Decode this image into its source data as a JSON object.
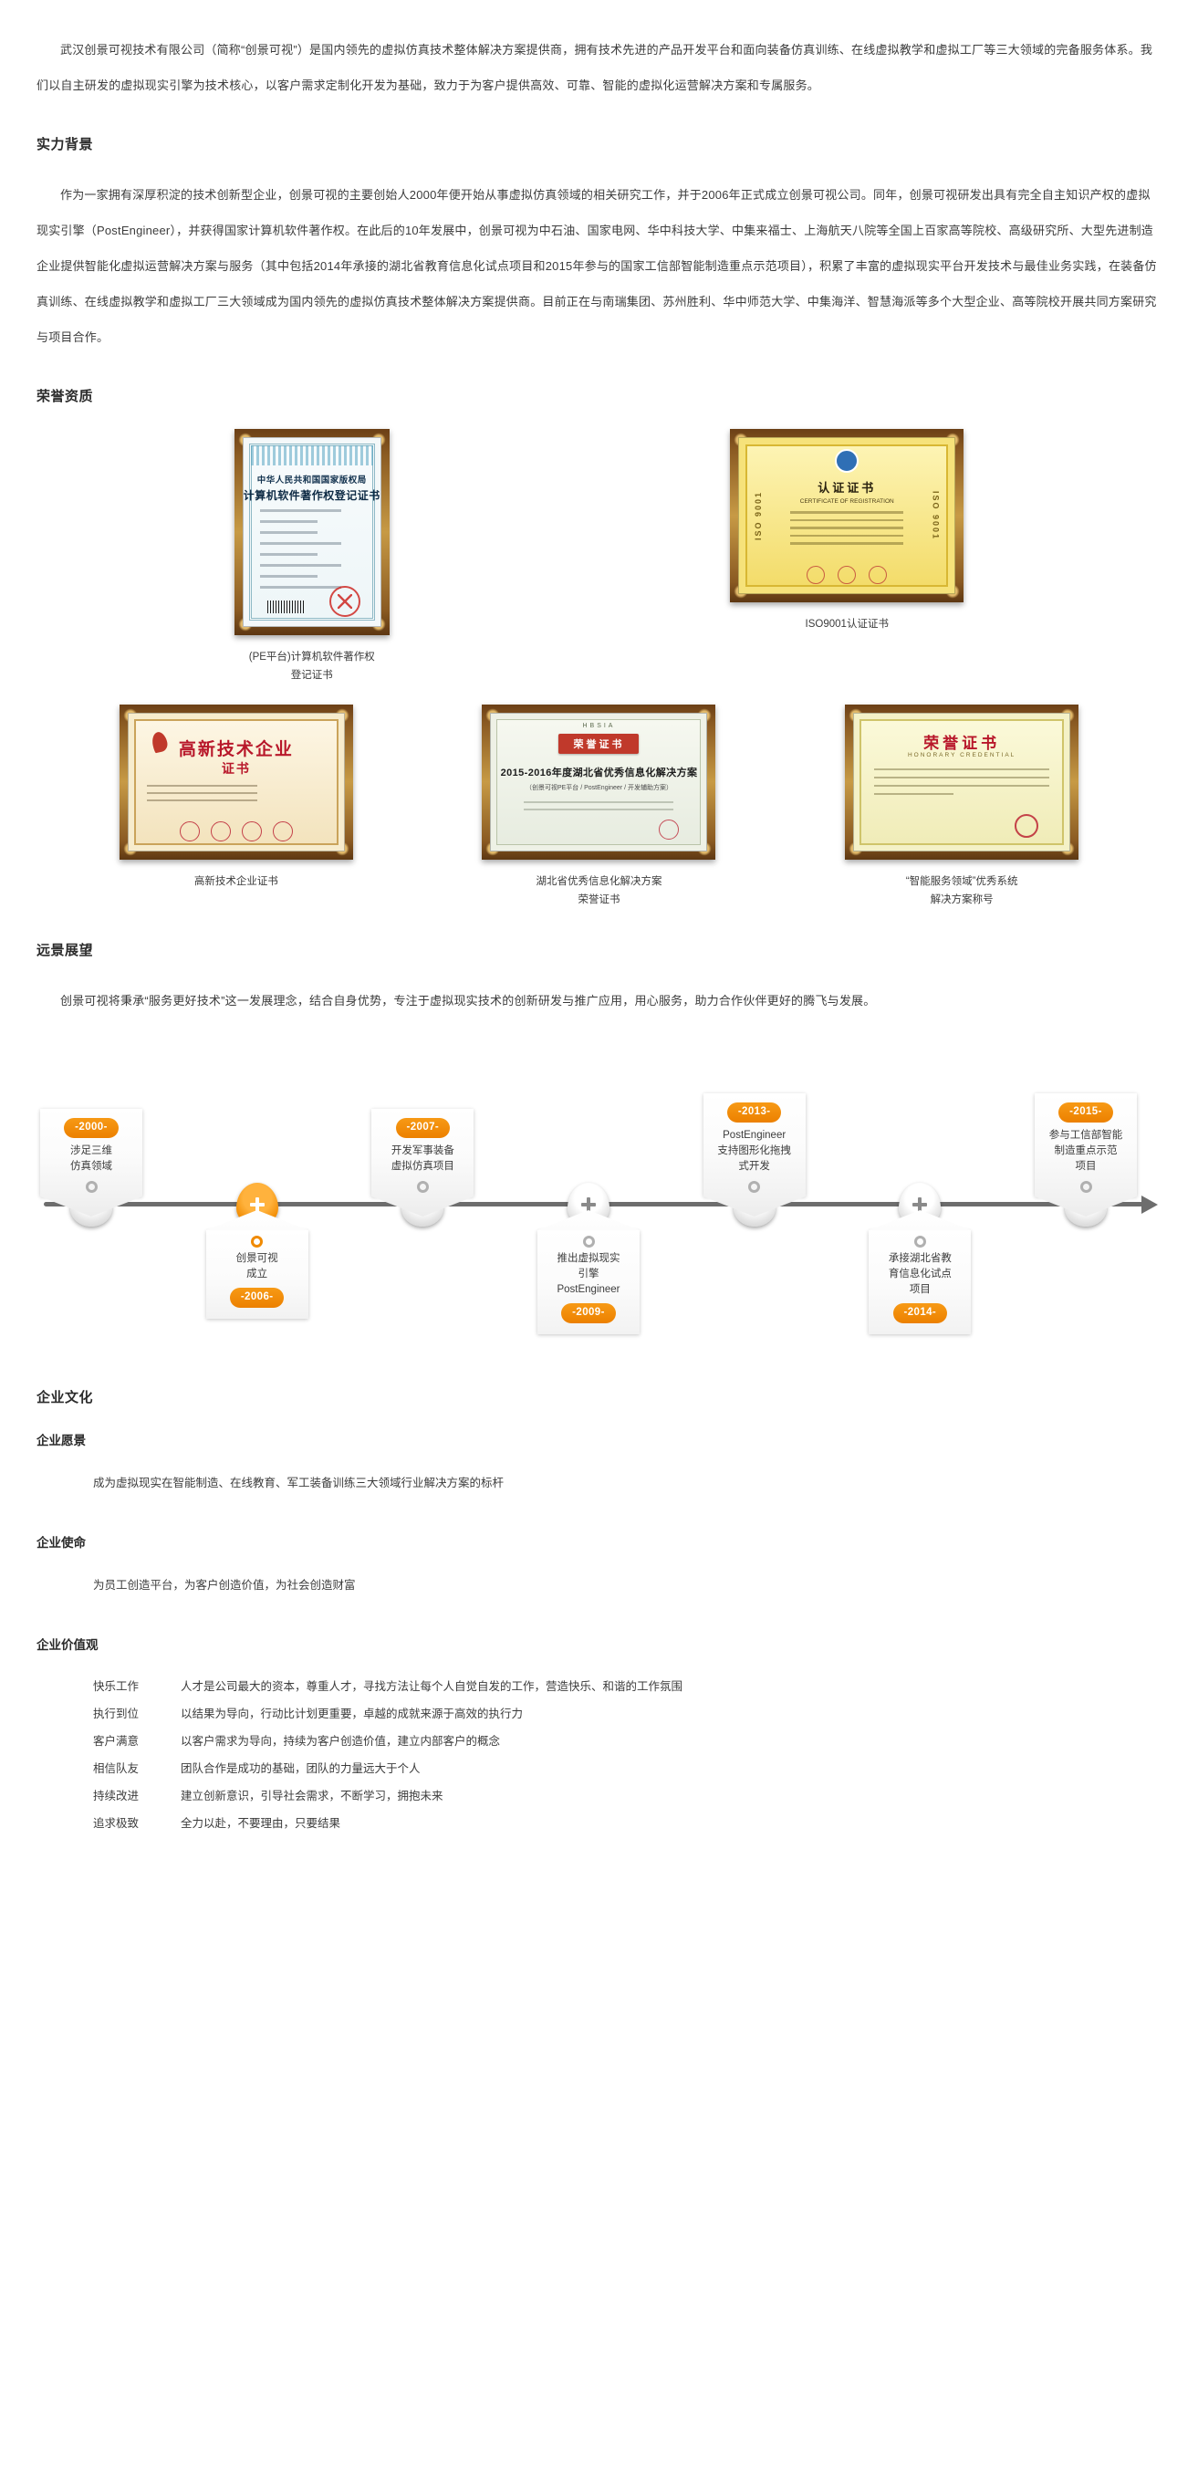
{
  "intro": {
    "paragraph": "武汉创景可视技术有限公司（简称“创景可视”）是国内领先的虚拟仿真技术整体解决方案提供商，拥有技术先进的产品开发平台和面向装备仿真训练、在线虚拟教学和虚拟工厂等三大领域的完备服务体系。我们以自主研发的虚拟现实引擎为技术核心，以客户需求定制化开发为基础，致力于为客户提供高效、可靠、智能的虚拟化运营解决方案和专属服务。"
  },
  "strength": {
    "title": "实力背景",
    "paragraph": "作为一家拥有深厚积淀的技术创新型企业，创景可视的主要创始人2000年便开始从事虚拟仿真领域的相关研究工作，并于2006年正式成立创景可视公司。同年，创景可视研发出具有完全自主知识产权的虚拟现实引擎（PostEngineer），并获得国家计算机软件著作权。在此后的10年发展中，创景可视为中石油、国家电网、华中科技大学、中集来福士、上海航天八院等全国上百家高等院校、高级研究所、大型先进制造企业提供智能化虚拟运营解决方案与服务（其中包括2014年承接的湖北省教育信息化试点项目和2015年参与的国家工信部智能制造重点示范项目），积累了丰富的虚拟现实平台开发技术与最佳业务实践，在装备仿真训练、在线虚拟教学和虚拟工厂三大领域成为国内领先的虚拟仿真技术整体解决方案提供商。目前正在与南瑞集团、苏州胜利、华中师范大学、中集海洋、智慧海派等多个大型企业、高等院校开展共同方案研究与项目合作。"
  },
  "honors": {
    "title": "荣誉资质",
    "row1": [
      {
        "caption_line1": "(PE平台)计算机软件著作权",
        "caption_line2": "登记证书",
        "cert_text": {
          "authority": "中华人民共和国国家版权局",
          "title": "计算机软件著作权登记证书"
        }
      },
      {
        "caption_line1": "ISO9001认证证书",
        "caption_line2": "",
        "cert_text": {
          "title": "认证证书",
          "subtitle": "CERTIFICATE OF REGISTRATION",
          "side_left": "ISO 9001",
          "side_right": "ISO 9001"
        }
      }
    ],
    "row2": [
      {
        "caption_line1": "高新技术企业证书",
        "caption_line2": "",
        "cert_text": {
          "title": "高新技术企业",
          "subtitle": "证书"
        }
      },
      {
        "caption_line1": "湖北省优秀信息化解决方案",
        "caption_line2": "荣誉证书",
        "cert_text": {
          "org": "HBSIA",
          "ribbon": "荣誉证书",
          "title": "2015-2016年度湖北省优秀信息化解决方案",
          "subtitle": "（创景可视PE平台 / PostEngineer / 开发辅助方案）"
        }
      },
      {
        "caption_line1": "“智能服务领域”优秀系统",
        "caption_line2": "解决方案称号",
        "cert_text": {
          "title": "荣誉证书",
          "subtitle": "HONORARY CREDENTIAL"
        }
      }
    ]
  },
  "vision": {
    "title": "远景展望",
    "paragraph": "创景可视将秉承“服务更好技术”这一发展理念，结合自身优势，专注于虚拟现实技术的创新研发与推广应用，用心服务，助力合作伙伴更好的腾飞与发展。"
  },
  "timeline": {
    "nodes": [
      {
        "year": "-2000-",
        "text": "涉足三维\n仿真领域",
        "position": "up",
        "active": false
      },
      {
        "year": "-2006-",
        "text": "创景可视\n成立",
        "position": "down",
        "active": true
      },
      {
        "year": "-2007-",
        "text": "开发军事装备\n虚拟仿真项目",
        "position": "up",
        "active": false
      },
      {
        "year": "-2009-",
        "text": "推出虚拟现实\n引擎\nPostEngineer",
        "position": "down",
        "active": false
      },
      {
        "year": "-2013-",
        "text": "PostEngineer\n支持图形化拖拽\n式开发",
        "position": "up",
        "active": false
      },
      {
        "year": "-2014-",
        "text": "承接湖北省教\n育信息化试点\n项目",
        "position": "down",
        "active": false
      },
      {
        "year": "-2015-",
        "text": "参与工信部智能\n制造重点示范\n项目",
        "position": "up",
        "active": false
      }
    ]
  },
  "culture": {
    "title": "企业文化",
    "vision": {
      "title": "企业愿景",
      "body": "成为虚拟现实在智能制造、在线教育、军工装备训练三大领域行业解决方案的标杆"
    },
    "mission": {
      "title": "企业使命",
      "body": "为员工创造平台，为客户创造价值，为社会创造财富"
    },
    "values": {
      "title": "企业价值观",
      "items": [
        {
          "key": "快乐工作",
          "desc": "人才是公司最大的资本，尊重人才，寻找方法让每个人自觉自发的工作，营造快乐、和谐的工作氛围"
        },
        {
          "key": "执行到位",
          "desc": "以结果为导向，行动比计划更重要，卓越的成就来源于高效的执行力"
        },
        {
          "key": "客户满意",
          "desc": "以客户需求为导向，持续为客户创造价值，建立内部客户的概念"
        },
        {
          "key": "相信队友",
          "desc": "团队合作是成功的基础，团队的力量远大于个人"
        },
        {
          "key": "持续改进",
          "desc": "建立创新意识，引导社会需求，不断学习，拥抱未来"
        },
        {
          "key": "追求极致",
          "desc": "全力以赴，不要理由，只要结果"
        }
      ]
    }
  },
  "colors": {
    "accent": "#f08a00",
    "text": "#3c3c3c",
    "heading": "#2b2b2b",
    "axis": "#6d6d6d"
  }
}
